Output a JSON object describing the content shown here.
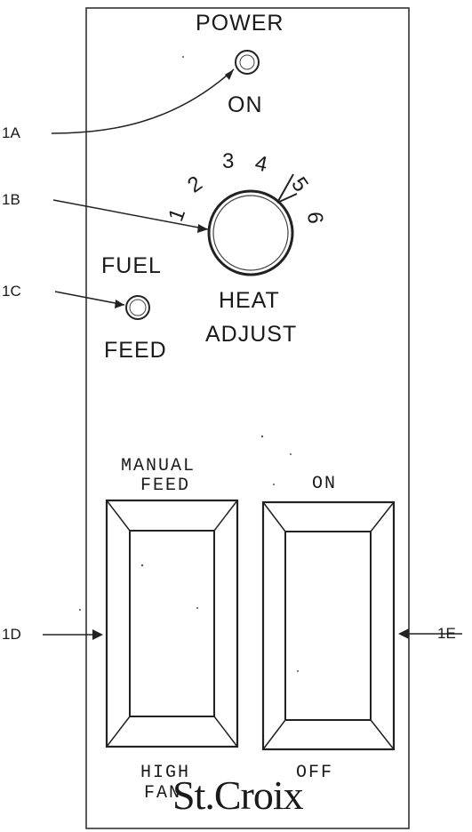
{
  "panel": {
    "power_label": "POWER",
    "power_state": "ON",
    "fuel_label_top": "FUEL",
    "fuel_label_bottom": "FEED",
    "heat_label_top": "HEAT",
    "heat_label_bottom": "ADJUST",
    "dial_numbers": [
      "1",
      "2",
      "3",
      "4",
      "5",
      "6"
    ],
    "left_switch_top_line1": "MANUAL",
    "left_switch_top_line2": "FEED",
    "left_switch_bottom_line1": "HIGH",
    "left_switch_bottom_line2": "FAN",
    "right_switch_top": "ON",
    "right_switch_bottom": "OFF",
    "brand": "St.Croix"
  },
  "callouts": [
    "1A",
    "1B",
    "1C",
    "1D",
    "1E"
  ],
  "icons": {
    "power_indicator": "led-icon",
    "fuel_indicator": "led-icon",
    "heat_knob": "rotary-knob-icon",
    "left_switch": "rocker-switch-icon",
    "right_switch": "rocker-switch-icon"
  }
}
